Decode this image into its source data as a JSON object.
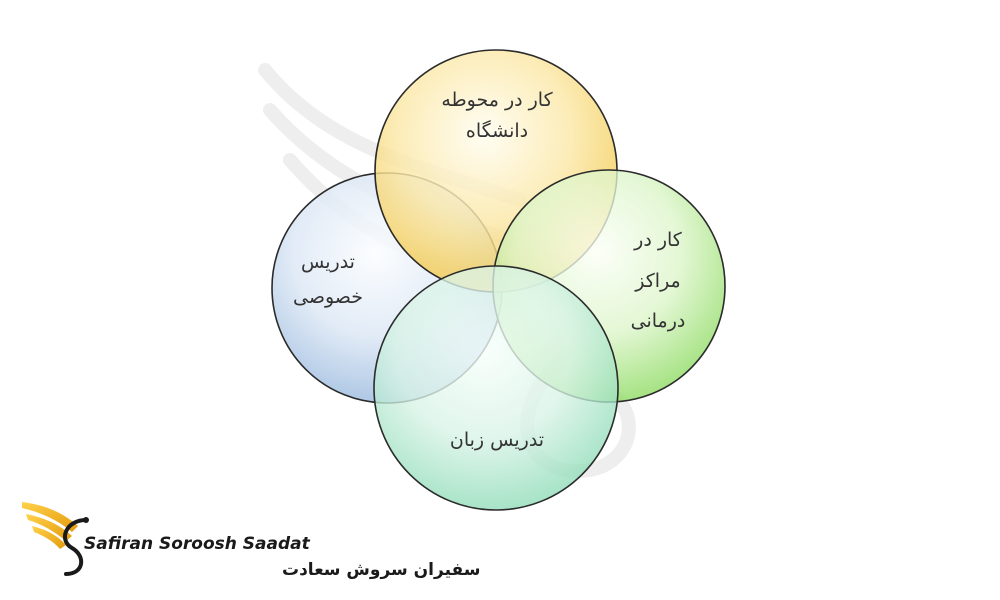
{
  "diagram": {
    "type": "venn",
    "circles": [
      {
        "id": "campus",
        "lines": [
          "کار در محوطه",
          "دانشگاه"
        ],
        "color": "#f2c84b"
      },
      {
        "id": "clinic",
        "lines": [
          "کار در",
          "مراکز",
          "درمانی"
        ],
        "color": "#8edb62"
      },
      {
        "id": "private",
        "lines": [
          "تدریس",
          "خصوصی"
        ],
        "color": "#9fbde0"
      },
      {
        "id": "language",
        "lines": [
          "تدریس زبان"
        ],
        "color": "#8fdcb8"
      }
    ]
  },
  "brand": {
    "name_en": "Safiran Soroosh Saadat",
    "name_fa": "سفیران سروش سعادت",
    "accent": "#f0b419"
  }
}
